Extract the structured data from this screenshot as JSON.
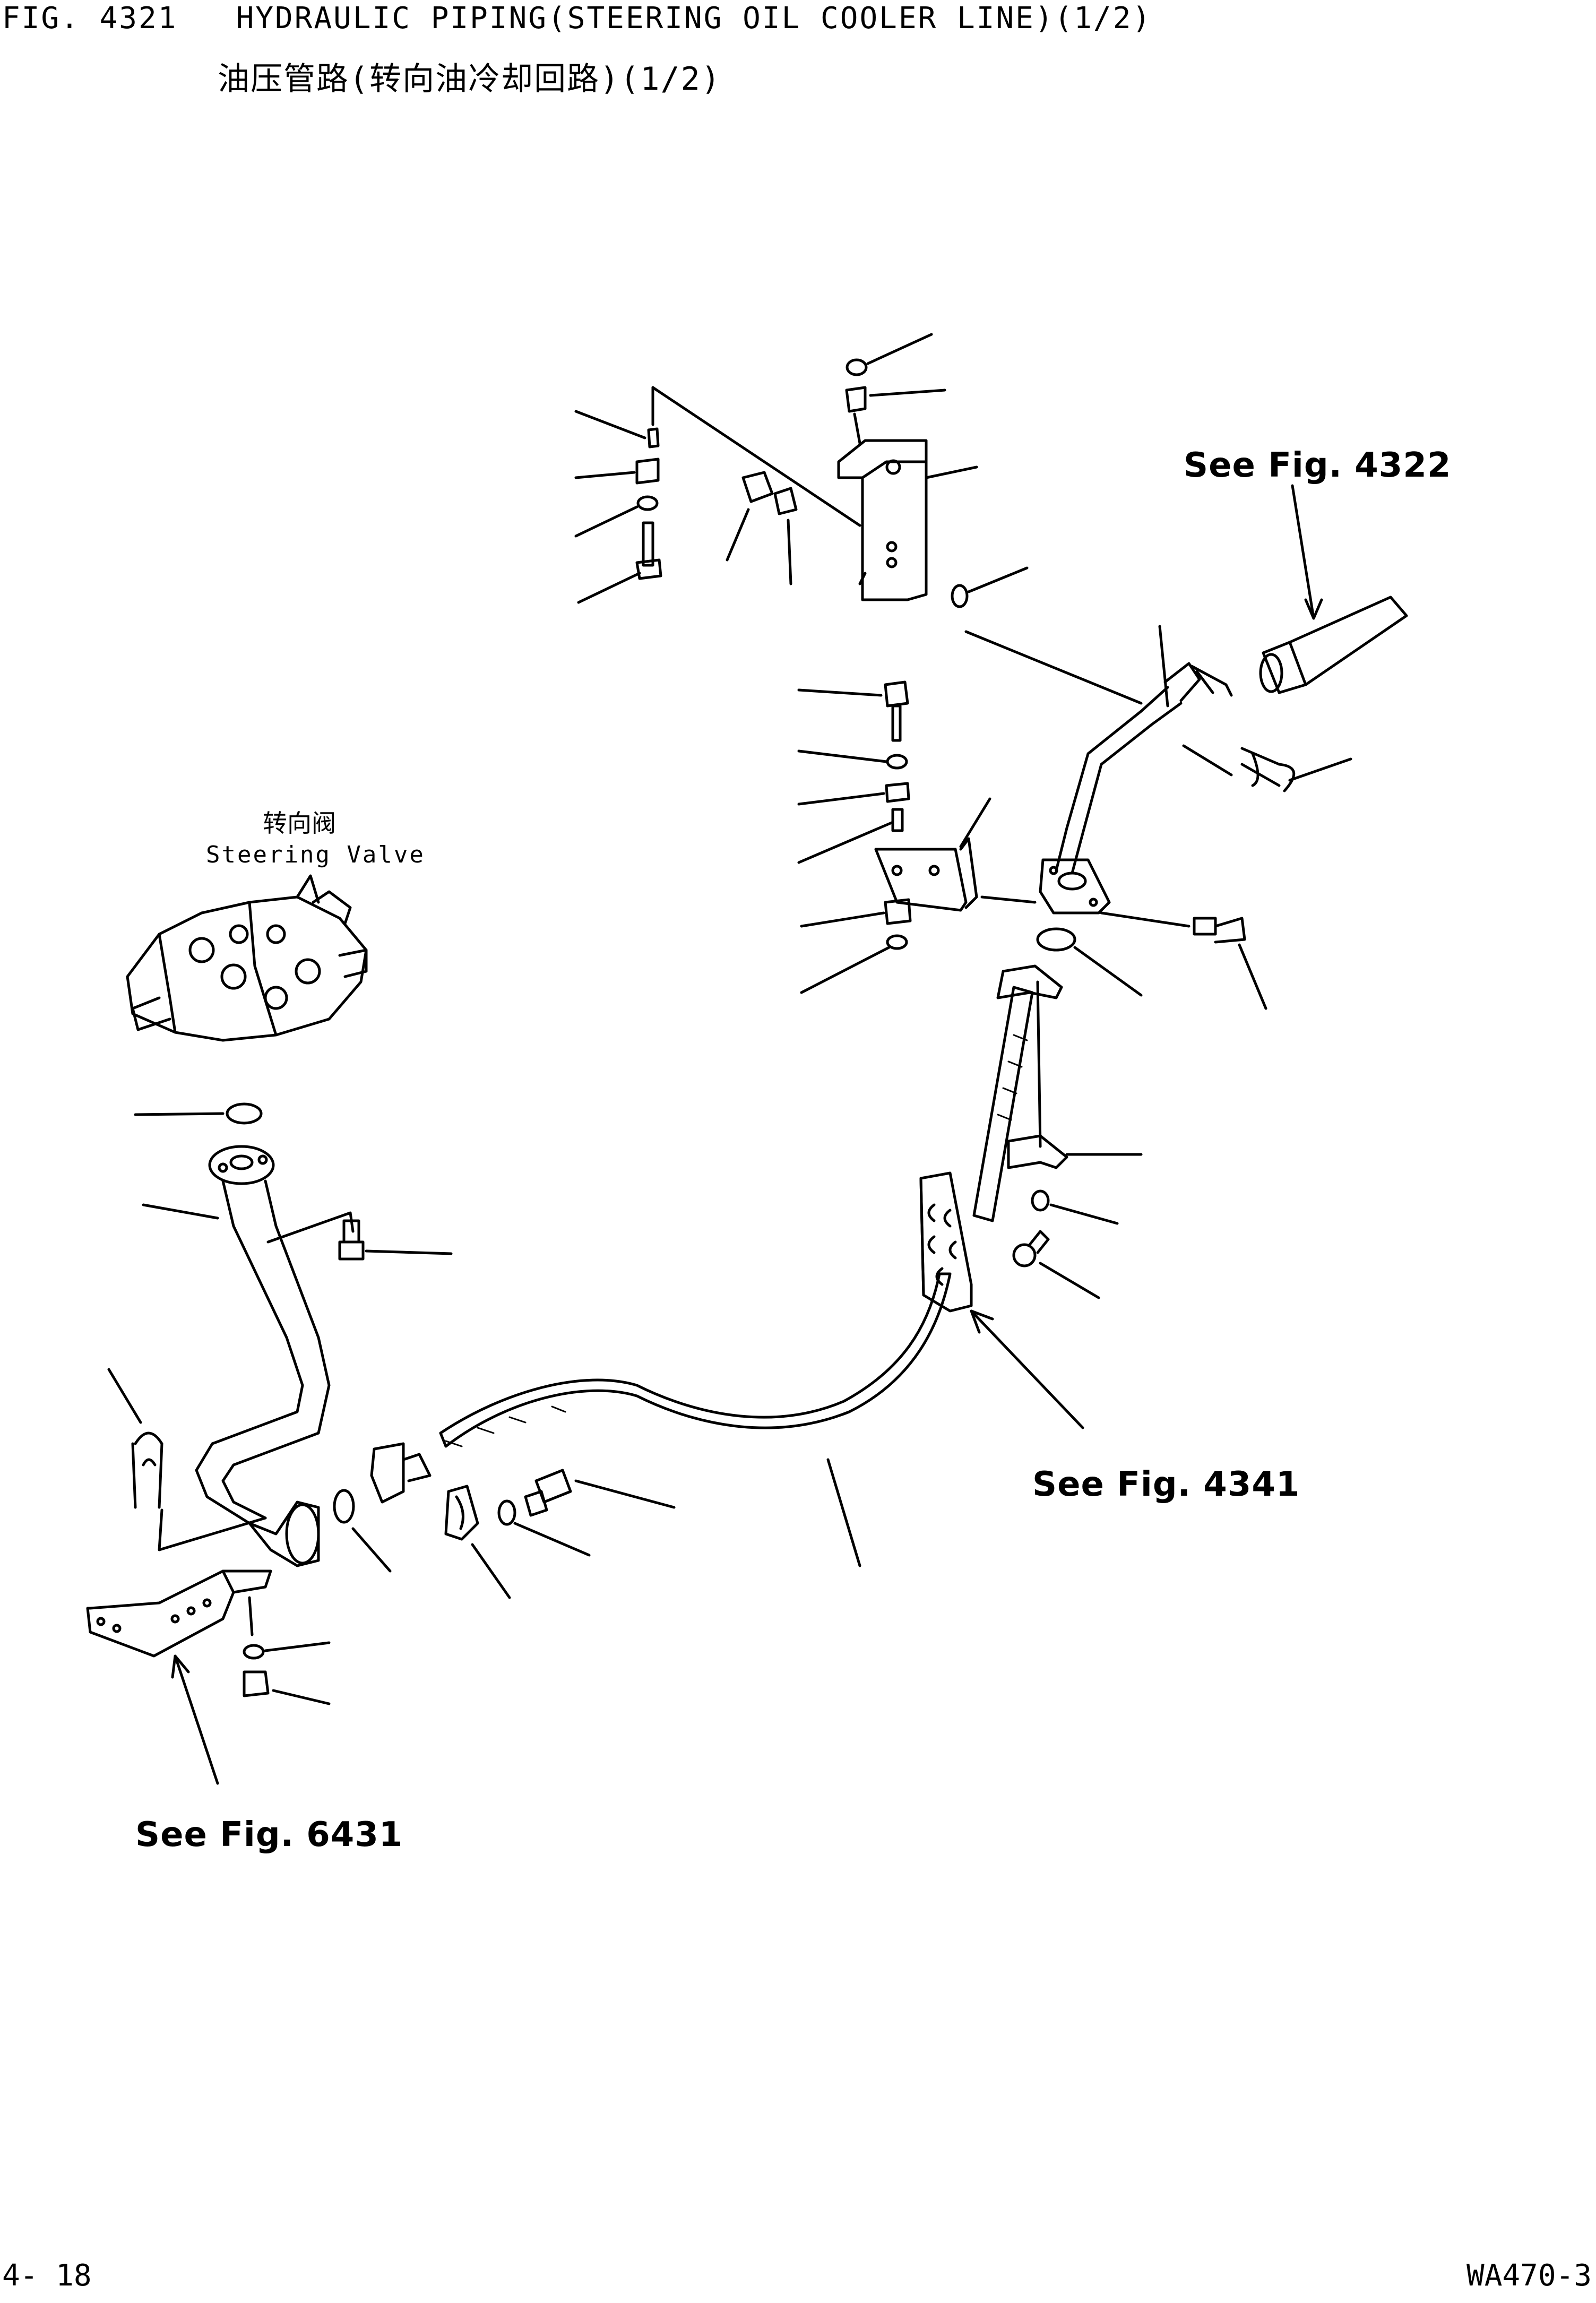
{
  "header": {
    "figure_title": "FIG. 4321   HYDRAULIC PIPING(STEERING OIL COOLER LINE)(1/2)",
    "figure_title_cn": "油压管路(转向油冷却回路)(1/2)"
  },
  "labels": {
    "steering_valve_cn": "转向阀",
    "steering_valve_en": "Steering Valve"
  },
  "references": {
    "ref_4322": "See Fig. 4322",
    "ref_4341": "See Fig. 4341",
    "ref_6431": "See Fig. 6431"
  },
  "footer": {
    "page_number": "4- 18",
    "model_code": "WA470-3"
  }
}
